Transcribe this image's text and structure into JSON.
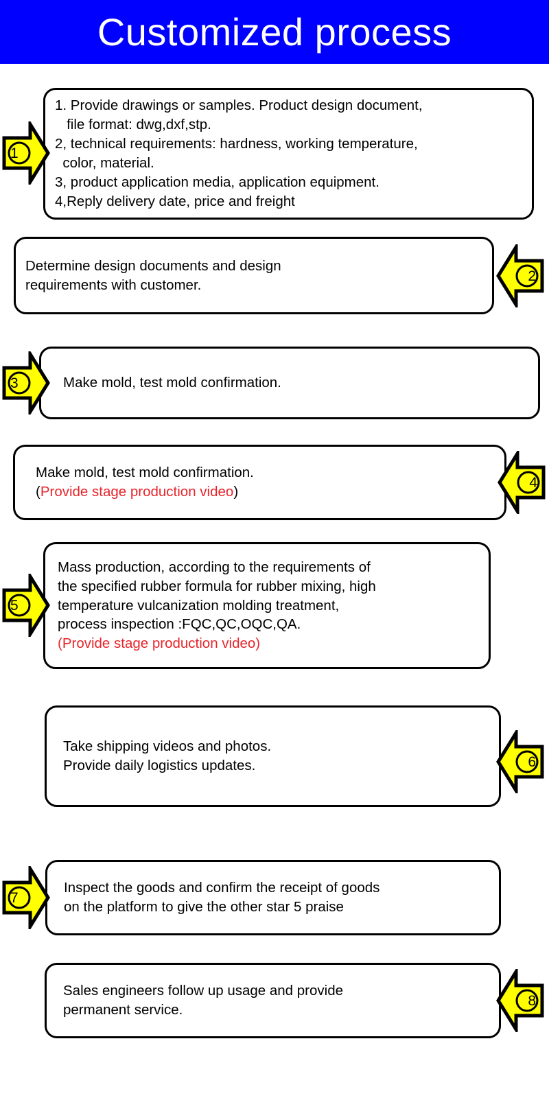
{
  "header": {
    "title": "Customized process",
    "background_color": "#0000FF",
    "text_color": "#FFFFFF"
  },
  "colors": {
    "arrow_fill": "#FFFF00",
    "arrow_stroke": "#000000",
    "box_stroke": "#000000",
    "highlight_red": "#E8252B",
    "page_background": "#FFFFFF"
  },
  "steps": [
    {
      "number": "1",
      "marker": "circled-number-1",
      "arrow_direction": "right",
      "lines": [
        {
          "text": "1. Provide drawings or samples. Product design document,",
          "color": "black"
        },
        {
          "text": "   file format: dwg,dxf,stp.",
          "color": "black"
        },
        {
          "text": "2, technical requirements: hardness, working temperature,",
          "color": "black"
        },
        {
          "text": "  color, material.",
          "color": "black"
        },
        {
          "text": "3, product application media, application equipment.",
          "color": "black"
        },
        {
          "text": "4,Reply delivery date, price and freight",
          "color": "black"
        }
      ]
    },
    {
      "number": "2",
      "marker": "circled-number-2",
      "arrow_direction": "left",
      "lines": [
        {
          "text": "Determine design documents and design",
          "color": "black"
        },
        {
          "text": "requirements with customer.",
          "color": "black"
        }
      ]
    },
    {
      "number": "3",
      "marker": "circled-number-3",
      "arrow_direction": "right",
      "lines": [
        {
          "text": "Make mold, test mold confirmation.",
          "color": "black"
        }
      ]
    },
    {
      "number": "4",
      "marker": "circled-number-4",
      "arrow_direction": "left",
      "lines": [
        {
          "text": "Make mold, test mold confirmation.",
          "color": "black"
        },
        {
          "text": "(Provide stage production video)",
          "color": "red-with-black-parens",
          "open_paren": "(",
          "inner": "Provide stage production video",
          "close_paren": ")"
        }
      ]
    },
    {
      "number": "5",
      "marker": "circled-number-5",
      "arrow_direction": "right",
      "lines": [
        {
          "text": "Mass production, according to the requirements of",
          "color": "black"
        },
        {
          "text": "the specified rubber formula for rubber mixing, high",
          "color": "black"
        },
        {
          "text": "temperature vulcanization molding treatment,",
          "color": "black"
        },
        {
          "text": "process inspection :FQC,QC,OQC,QA.",
          "color": "black"
        },
        {
          "text": "(Provide stage production video)",
          "color": "red"
        }
      ]
    },
    {
      "number": "6",
      "marker": "circled-number-6",
      "arrow_direction": "left",
      "lines": [
        {
          "text": "Take shipping videos and photos.",
          "color": "black"
        },
        {
          "text": "Provide daily logistics updates.",
          "color": "black"
        }
      ]
    },
    {
      "number": "7",
      "marker": "circled-number-7",
      "arrow_direction": "right",
      "lines": [
        {
          "text": "Inspect the goods and confirm the receipt of goods",
          "color": "black"
        },
        {
          "text": "on the platform to give the other star 5 praise",
          "color": "black"
        }
      ]
    },
    {
      "number": "8",
      "marker": "circled-number-8",
      "arrow_direction": "left",
      "lines": [
        {
          "text": "Sales engineers follow up usage and provide",
          "color": "black"
        },
        {
          "text": "permanent service.",
          "color": "black"
        }
      ]
    }
  ]
}
